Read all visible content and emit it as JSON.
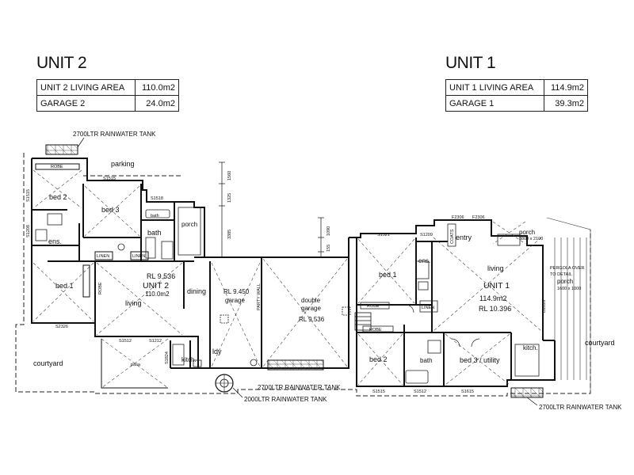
{
  "units": [
    {
      "title": "UNIT 2",
      "rows": [
        {
          "label": "UNIT 2 LIVING AREA",
          "value": "110.0m2"
        },
        {
          "label": "GARAGE 2",
          "value": "24.0m2"
        }
      ]
    },
    {
      "title": "UNIT 1",
      "rows": [
        {
          "label": "UNIT 1 LIVING AREA",
          "value": "114.9m2"
        },
        {
          "label": "GARAGE 1",
          "value": "39.3m2"
        }
      ]
    }
  ],
  "plan": {
    "tanks": {
      "unit2_top": "2700LTR RAINWATER TANK",
      "middle": "2700LTR RAINWATER TANK",
      "round": "2000LTR RAINWATER TANK",
      "unit1": "2700LTR RAINWATER TANK"
    },
    "unit2": {
      "parking": "parking",
      "bed2": "bed 2",
      "bed3": "bed 3",
      "bed1": "bed 1",
      "ens": "ens.",
      "bath": "bath",
      "bath_small": "bath",
      "porch": "porch",
      "living": "living",
      "dining": "dining",
      "kitch": "kitch.",
      "ldy": "ldy",
      "pasa": "pasa",
      "courtyard": "courtyard",
      "rl": "RL 9.536",
      "title": "UNIT 2",
      "area": "110.0m2",
      "garage": "garage",
      "garage_rl": "RL 9.450",
      "robe": "ROBE",
      "robe_side": "ROBE",
      "linen": "LINEN",
      "linen2": "LINEN",
      "window_codes": [
        "S1515",
        "S1518",
        "S1515",
        "S1208",
        "S2326",
        "S1824",
        "S1512",
        "S1212"
      ]
    },
    "middle": {
      "double_garage": "double\ngarage",
      "rl": "RL 9.536",
      "party_wall": "PARTY WALL",
      "dims": [
        "1560",
        "1325",
        "3385",
        "1090",
        "155"
      ]
    },
    "unit1": {
      "entry": "entry",
      "porch_top": "porch",
      "porch_dims": "3800 x 2100",
      "living": "living",
      "title": "UNIT 1",
      "area": "114.9m2",
      "rl": "RL 10.396",
      "porch_side": "porch",
      "porch_side_dims": "1600 x 1000",
      "pergola": "PERGOLA OVER\nTO DETAIL",
      "bed1": "bed 1",
      "ens": "ens.",
      "bed2": "bed 2",
      "bath": "bath",
      "bed3": "bed 3 / utility",
      "kitch": "kitch.",
      "courtyard": "courtyard",
      "robe": "ROBE",
      "robe2": "ROBE",
      "linen": "LINEN",
      "coats": "COATS",
      "window_codes": [
        "F2306",
        "F2306",
        "S1521",
        "S1209",
        "S1515",
        "S1512",
        "S1615",
        "D2026"
      ]
    }
  }
}
